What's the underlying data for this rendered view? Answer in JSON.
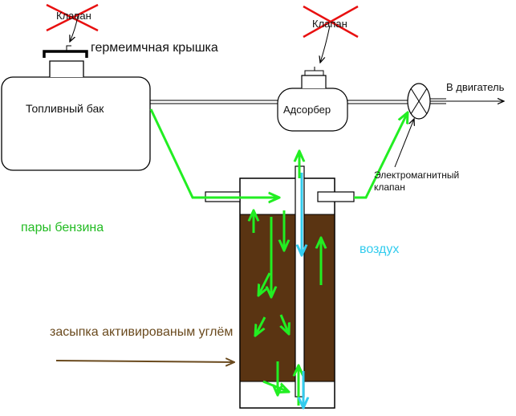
{
  "labels": {
    "valve_top": "Клапан",
    "valve_adsorber": "Клапан",
    "sealed_lid": "гермеимчная крышка",
    "fuel_tank": "Топливный бак",
    "adsorber": "Адсорбер",
    "to_engine": "В двигатель",
    "solenoid_valve": "Электромагнитный клапан",
    "fuel_vapors": "пары бензина",
    "air": "воздух",
    "charcoal_fill": "засыпка активированым углём"
  },
  "colors": {
    "line": "#000000",
    "vapor_arrow": "#22ee22",
    "air_arrow": "#33ccee",
    "charcoal": "#5a3412",
    "charcoal_label": "#6a4a1e",
    "crossed_out": "#e81010"
  }
}
